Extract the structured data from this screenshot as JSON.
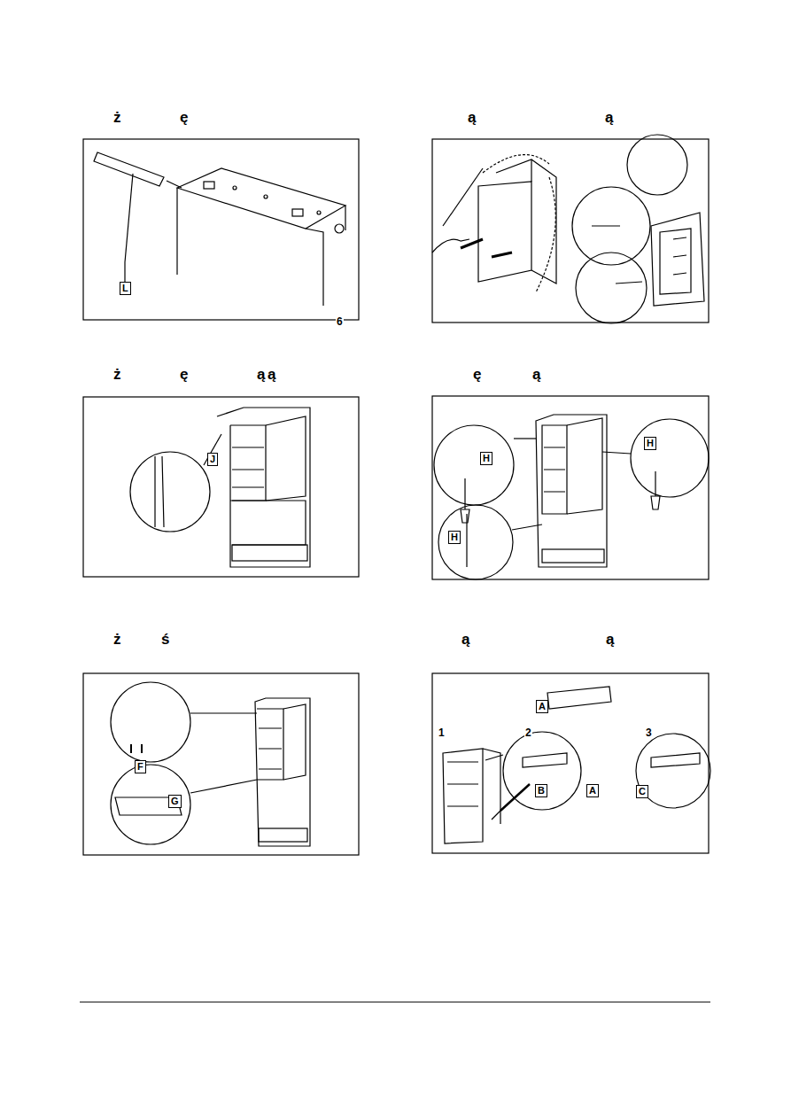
{
  "diagram": {
    "labels": [
      "ż",
      "ę",
      "ą",
      "ą",
      "L",
      "6",
      "ż",
      "ę",
      "ą",
      "ą",
      "J",
      "ę",
      "ą",
      "H",
      "H",
      "H",
      "ż",
      "ś",
      "F",
      "G",
      "ą",
      "ą",
      "A",
      "1",
      "2",
      "3",
      "B",
      "A",
      "C"
    ]
  }
}
